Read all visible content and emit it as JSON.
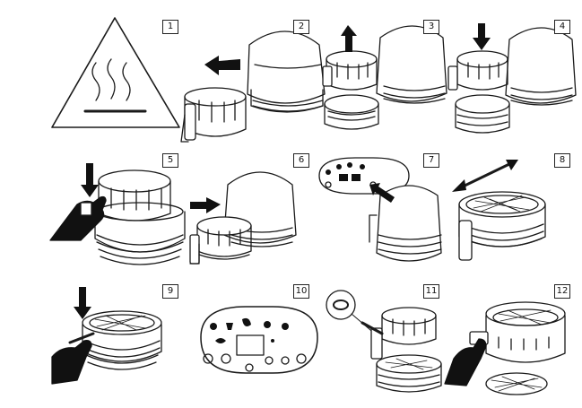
{
  "steps": [
    {
      "number": "1"
    },
    {
      "number": "2"
    },
    {
      "number": "3"
    },
    {
      "number": "4"
    },
    {
      "number": "5"
    },
    {
      "number": "6"
    },
    {
      "number": "7"
    },
    {
      "number": "8"
    },
    {
      "number": "9"
    },
    {
      "number": "10"
    },
    {
      "number": "11"
    },
    {
      "number": "12"
    }
  ],
  "colors": {
    "line": "#1a1a1a",
    "fill": "#ffffff",
    "dark": "#111111"
  },
  "icons": [
    "hot-surface-warning-icon",
    "arrow-left-icon",
    "arrow-up-icon",
    "arrow-down-icon",
    "hand-icon",
    "control-panel-icon",
    "double-arrow-icon"
  ]
}
